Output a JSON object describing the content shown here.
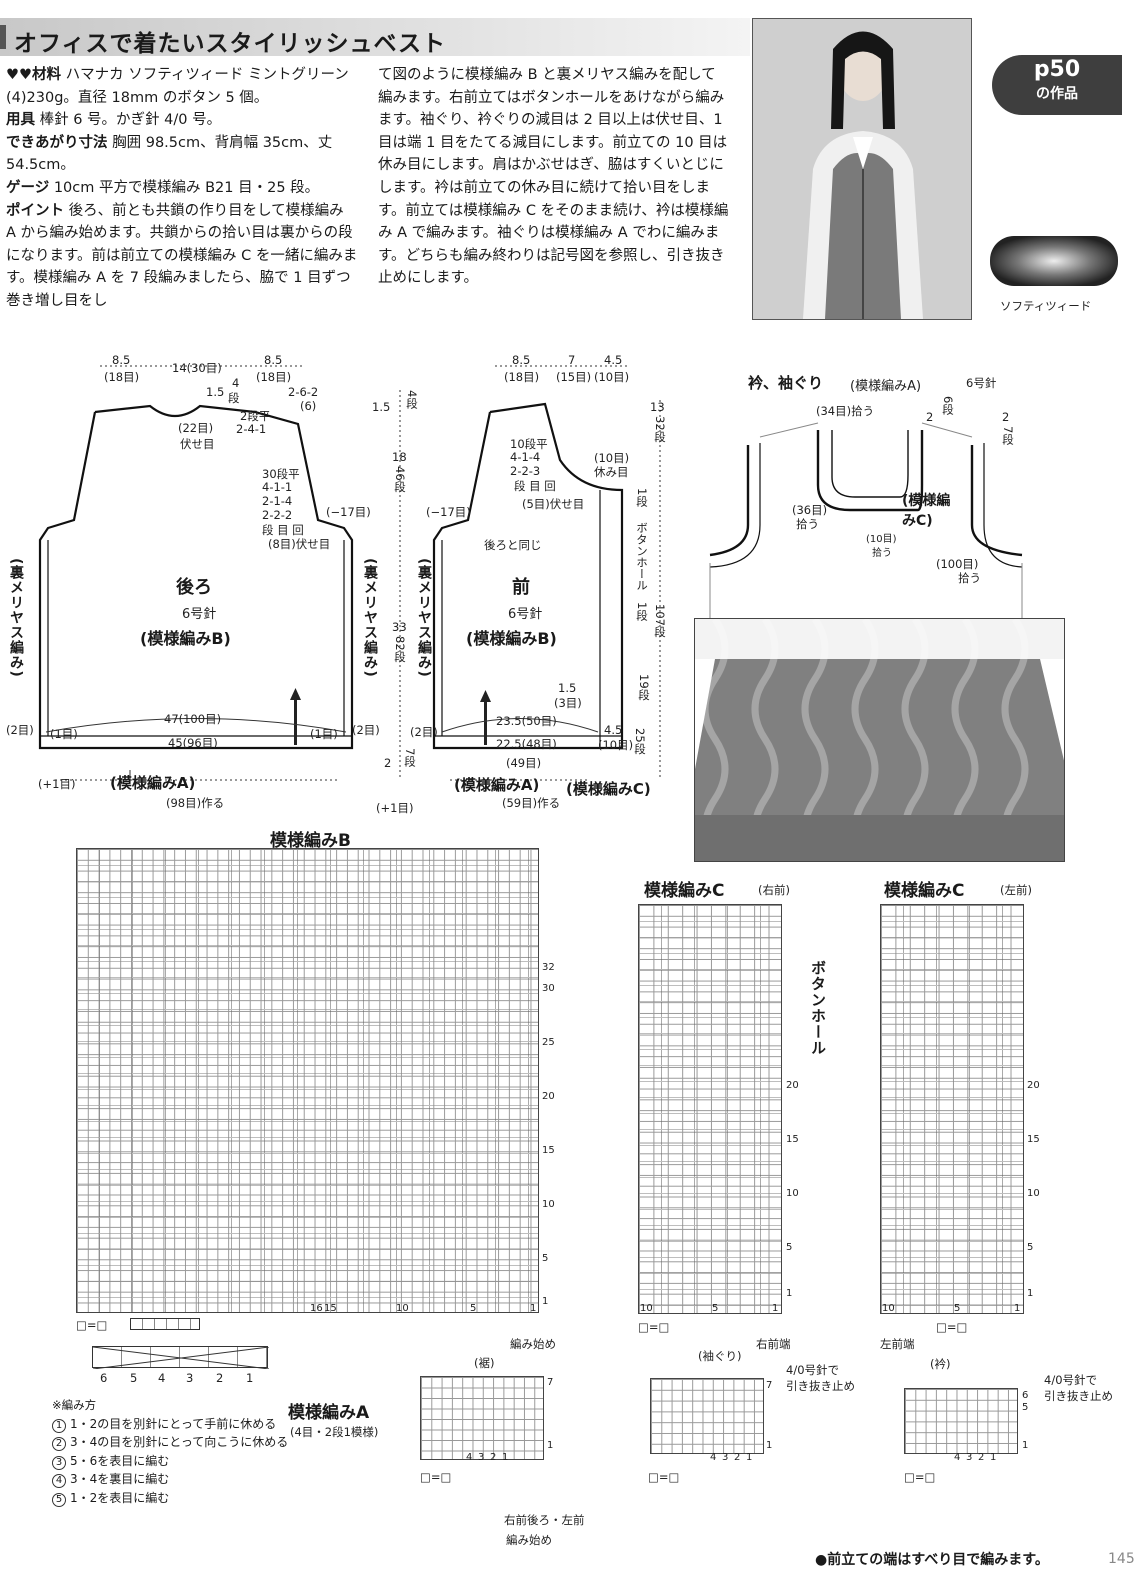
{
  "title": "オフィスで着たいスタイリッシュベスト",
  "badge": {
    "num": "p50",
    "sub": "の作品"
  },
  "yarn_label": "ソフティツィード",
  "instructions_left": [
    {
      "key": "♥♥材料",
      "text": " ハマナカ ソフティツィード ミントグリーン (4)230g。直径 18mm のボタン 5 個。"
    },
    {
      "key": "用具",
      "text": " 棒針 6 号。かぎ針 4/0 号。"
    },
    {
      "key": "できあがり寸法",
      "text": " 胸囲 98.5cm、背肩幅 35cm、丈 54.5cm。"
    },
    {
      "key": "ゲージ",
      "text": " 10cm 平方で模様編み B21 目・25 段。"
    },
    {
      "key": "ポイント",
      "text": " 後ろ、前とも共鎖の作り目をして模様編み A から編み始めます。共鎖からの拾い目は裏からの段になります。前は前立ての模様編み C を一緒に編みます。模様編み A を 7 段編みましたら、脇で 1 目ずつ巻き増し目をし"
    }
  ],
  "instructions_right": "て図のように模様編み B と裏メリヤス編みを配して編みます。右前立てはボタンホールをあけながら編みます。袖ぐり、衿ぐりの減目は 2 目以上は伏せ目、1 目は端 1 目をたてる減目にします。前立ての 10 目は休み目にします。肩はかぶせはぎ、脇はすくいとじにします。衿は前立ての休み目に続けて拾い目をします。前立ては模様編み C をそのまま続け、衿は模様編み A で編みます。袖ぐりは模様編み A でわに編みます。どちらも編み終わりは記号図を参照し、引き抜き止めにします。",
  "back": {
    "title": "後ろ",
    "needle": "6号針",
    "pattern": "(模様編みB)",
    "side": "(裏メリヤス編み)",
    "top": [
      "8.5",
      "(18目)",
      "14(30目)",
      "8.5",
      "(18目)"
    ],
    "shoulder": [
      "1.5",
      "4",
      "段",
      "2-6-2",
      "(6)"
    ],
    "neck": [
      "(22目)",
      "伏せ目",
      "2段平",
      "2-4-1"
    ],
    "arm": [
      "30段平",
      "4-1-1",
      "2-1-4",
      "2-2-2",
      "段 目 回",
      "(8目)伏せ目"
    ],
    "minus17": "(−17目)",
    "w47": "47(100目)",
    "w45": "45(96目)",
    "one_l": "(1目)",
    "one_r": "(1目)",
    "two_l": "(2目)",
    "two_r": "(2目)",
    "plus1": "(+1目)",
    "cast": "(98目)作る",
    "patA": "(模様編みA)"
  },
  "depth": [
    "1.5",
    "4段",
    "18",
    "46段",
    "33",
    "82段",
    "2",
    "7段",
    "(+1目)"
  ],
  "front": {
    "title": "前",
    "needle": "6号針",
    "pattern": "(模様編みB)",
    "side": "(裏メリヤス編み)",
    "top": [
      "8.5",
      "(18目)",
      "7",
      "(15目)",
      "4.5",
      "(10目)"
    ],
    "neck": [
      "10段平",
      "4-1-4",
      "2-2-3",
      "段 目 回",
      "(5目)伏せ目"
    ],
    "rest": [
      "(10目)",
      "休み目"
    ],
    "same": "後ろと同じ",
    "minus17": "(−17目)",
    "button": "ボタンホール",
    "onerow": "1段",
    "w235": "23.5(50目)",
    "w225": "22.5(48目)",
    "w49": "(49目)",
    "d15": "1.5",
    "d3": "(3目)",
    "d45": "4.5",
    "d10": "(10目)",
    "two": "(2目)",
    "cast": "(59目)作る",
    "patA": "(模様編みA)",
    "patC": "(模様編みC)",
    "h13": "13",
    "h32": "32段",
    "h107": "107段",
    "h19": "19段",
    "h25": "25段",
    "h1": "1段"
  },
  "collar": {
    "title": "衿、袖ぐり",
    "pattern": "(模様編みA)",
    "needle": "6号針",
    "p34": "(34目)拾う",
    "two": "2",
    "six": "6段",
    "two2": "2",
    "seven": "7段",
    "p36": "(36目)",
    "pick": "拾う",
    "p10": "(10目)",
    "pick2": "拾う",
    "patC": "(模様編みC)",
    "p100": "(100目)",
    "pick3": "拾う"
  },
  "chartB": {
    "title": "模様編みB",
    "rows": [
      "32",
      "30",
      "25",
      "20",
      "15",
      "10",
      "5",
      "1"
    ],
    "cols": [
      "16",
      "15",
      "10",
      "5",
      "1"
    ],
    "start": "編み始め",
    "sym": "□=□"
  },
  "chartC_right": {
    "title": "模様編みC",
    "sub": "(右前)",
    "hole": "ボタンホール",
    "rows": [
      "20",
      "15",
      "10",
      "5",
      "1"
    ],
    "cols": [
      "10",
      "5",
      "1"
    ],
    "end": "右前端",
    "sym": "□=□"
  },
  "chartC_left": {
    "title": "模様編みC",
    "sub": "(左前)",
    "rows": [
      "20",
      "15",
      "10",
      "5",
      "1"
    ],
    "cols": [
      "10",
      "5",
      "1"
    ],
    "end": "左前端",
    "sym": "□=□"
  },
  "cable": {
    "nums": [
      "6",
      "5",
      "4",
      "3",
      "2",
      "1"
    ],
    "method_title": "※編み方",
    "steps": [
      "1・2の目を別針にとって手前に休める",
      "3・4の目を別針にとって向こうに休める",
      "5・6を表目に編む",
      "3・4を裏目に編む",
      "1・2を表目に編む"
    ],
    "step_nums": [
      "1",
      "2",
      "3",
      "4",
      "5"
    ]
  },
  "chartA": {
    "title": "模様編みA",
    "sub": "(4目・2段1模様)",
    "hem": "(裾)",
    "rows": [
      "7",
      "1"
    ],
    "cols": [
      "4",
      "3",
      "2",
      "1"
    ],
    "start1": "右前後ろ・左前",
    "start2": "編み始め",
    "sym": "□=□"
  },
  "chartSleeve": {
    "label": "(袖ぐり)",
    "note1": "4/0号針で",
    "note2": "引き抜き止め",
    "rows": [
      "7",
      "1"
    ],
    "cols": [
      "4",
      "3",
      "2",
      "1"
    ],
    "sym": "□=□"
  },
  "chartCollar": {
    "label": "(衿)",
    "note1": "4/0号針で",
    "note2": "引き抜き止め",
    "rows": [
      "6",
      "5",
      "1"
    ],
    "cols": [
      "4",
      "3",
      "2",
      "1"
    ],
    "sym": "□=□"
  },
  "footer": "●前立ての端はすべり目で編みます。",
  "page_number": "145"
}
